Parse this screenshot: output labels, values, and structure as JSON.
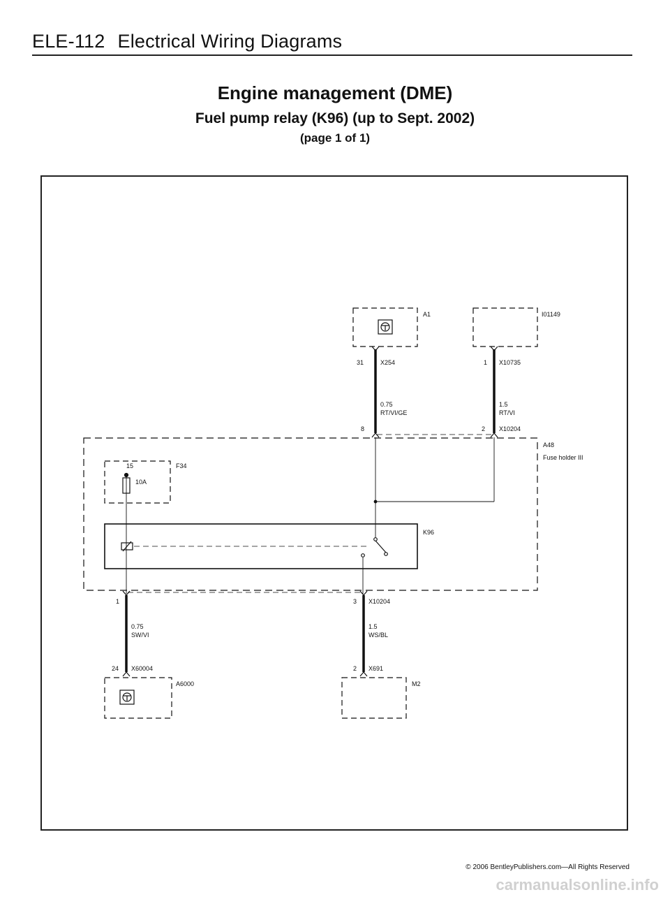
{
  "header": {
    "page_number": "ELE-112",
    "section": "Electrical Wiring Diagrams"
  },
  "title": {
    "main": "Engine management (DME)",
    "subtitle": "Fuel pump relay (K96) (up to Sept. 2002)",
    "page": "(page 1 of 1)"
  },
  "diagram": {
    "a1": {
      "label": "A1"
    },
    "i01149": {
      "label": "I01149"
    },
    "x254": {
      "pin": "31",
      "label": "X254",
      "size": "0.75",
      "color": "RT/VI/GE"
    },
    "x10735": {
      "pin": "1",
      "label": "X10735",
      "size": "1.5",
      "color": "RT/VI"
    },
    "x10204_top": {
      "pin_a": "8",
      "pin_b": "2",
      "label": "X10204"
    },
    "a48": {
      "label": "A48",
      "desc": "Fuse holder III"
    },
    "f34": {
      "label": "F34",
      "pin": "15",
      "rating": "10A"
    },
    "k96": {
      "label": "K96"
    },
    "x10204_bottom": {
      "pin": "3",
      "label": "X10204",
      "size": "1.5",
      "color": "WS/BL"
    },
    "left_wire": {
      "pin": "1",
      "size": "0.75",
      "color": "SW/VI"
    },
    "x60004": {
      "pin": "24",
      "label": "X60004"
    },
    "a6000": {
      "label": "A6000"
    },
    "x691": {
      "pin": "2",
      "label": "X691"
    },
    "m2": {
      "label": "M2"
    }
  },
  "footer": {
    "copyright": "© 2006 BentleyPublishers.com—All Rights Reserved",
    "watermark": "carmanualsonline.info"
  }
}
